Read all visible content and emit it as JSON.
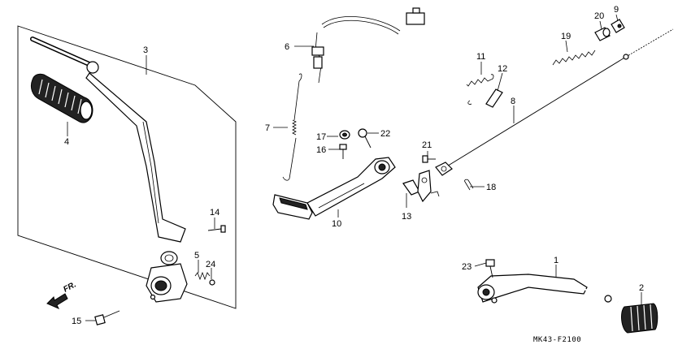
{
  "diagram": {
    "code": "MK43-F2100",
    "direction_label": "FR.",
    "callouts": {
      "p1": "1",
      "p2": "2",
      "p3": "3",
      "p4": "4",
      "p5": "5",
      "p6": "6",
      "p7": "7",
      "p8": "8",
      "p9": "9",
      "p10": "10",
      "p11": "11",
      "p12": "12",
      "p13": "13",
      "p14": "14",
      "p15": "15",
      "p16": "16",
      "p17": "17",
      "p18": "18",
      "p19": "19",
      "p20": "20",
      "p21": "21",
      "p22": "22",
      "p23": "23",
      "p24": "24"
    }
  }
}
